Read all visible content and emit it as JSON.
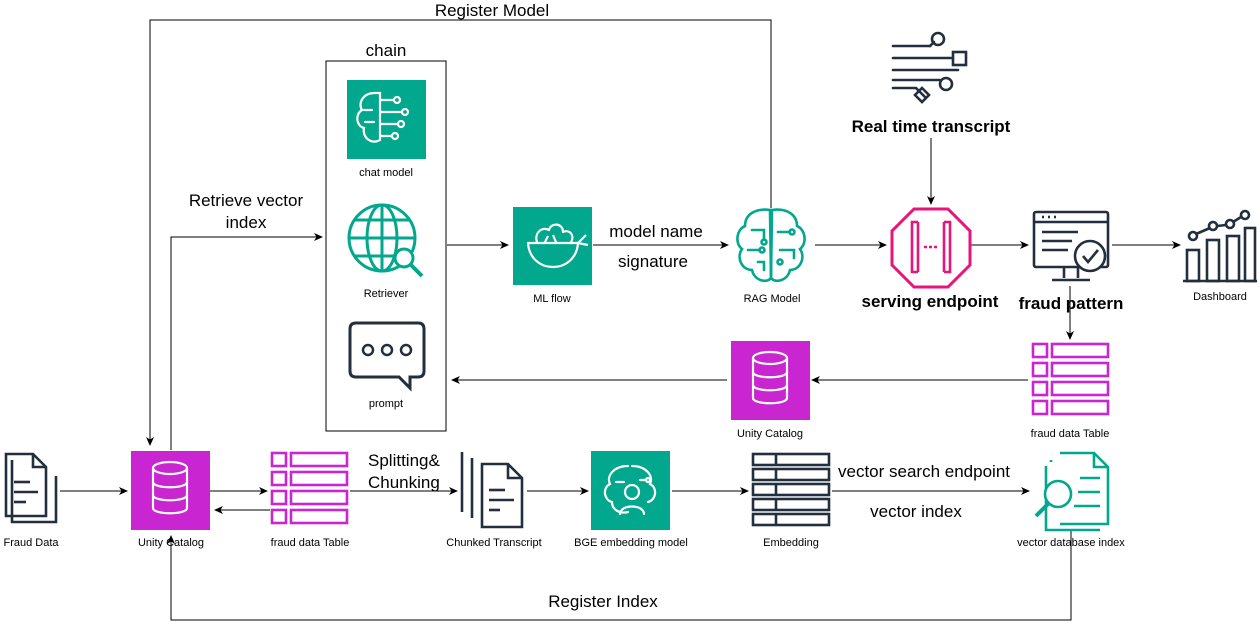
{
  "diagram": {
    "edge_labels": {
      "register_model": "Register Model",
      "chain": "chain",
      "retrieve_vector_index_1": "Retrieve vector",
      "retrieve_vector_index_2": "index",
      "model_name": "model name",
      "signature": "signature",
      "real_time_transcript": "Real time transcript",
      "serving_endpoint": "serving endpoint",
      "fraud_pattern": "fraud pattern",
      "splitting_1": "Splitting&",
      "splitting_2": "Chunking",
      "vector_search_endpoint": "vector search endpoint",
      "vector_index": "vector index",
      "register_index": "Register Index"
    },
    "nodes": {
      "chat_model": "chat model",
      "retriever": "Retriever",
      "prompt": "prompt",
      "ml_flow": "ML flow",
      "rag_model": "RAG Model",
      "dashboard": "Dashboard",
      "unity_catalog_top": "Unity Catalog",
      "fraud_data_table_right": "fraud data Table",
      "fraud_data": "Fraud Data",
      "unity_catalog_bottom": "Unity Catalog",
      "fraud_data_table_left": "fraud data Table",
      "chunked_transcript": "Chunked Transcript",
      "bge_embedding_model": "BGE embedding model",
      "embedding": "Embedding",
      "vector_database_index": "vector database index"
    },
    "colors": {
      "green": "#01a88d",
      "magenta": "#c925d1",
      "pink": "#e7157b",
      "dark": "#232f3e"
    }
  }
}
